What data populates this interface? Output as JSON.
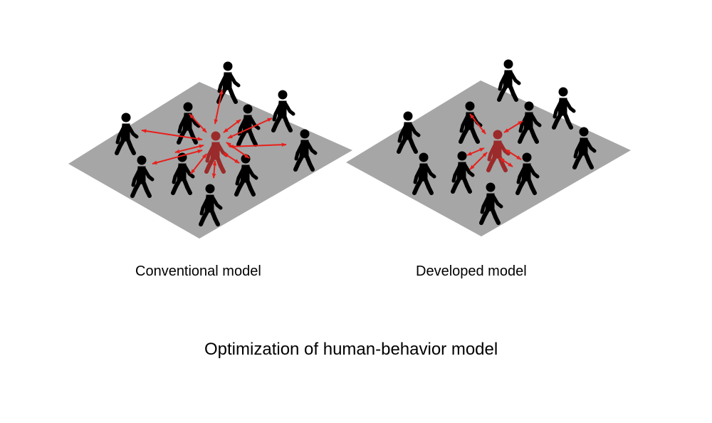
{
  "panels": [
    {
      "caption": "Conventional model",
      "interaction_count": 12
    },
    {
      "caption": "Developed model",
      "interaction_count": 6
    }
  ],
  "title": "Optimization of human-behavior model",
  "colors": {
    "floor": "#a6a6a6",
    "walker": "#000000",
    "focal_walker": "#9b2a2a",
    "arrow": "#e8201c",
    "background": "#ffffff"
  },
  "icons": {
    "walker": "walking-person-icon",
    "interaction": "double-headed-arrow"
  }
}
